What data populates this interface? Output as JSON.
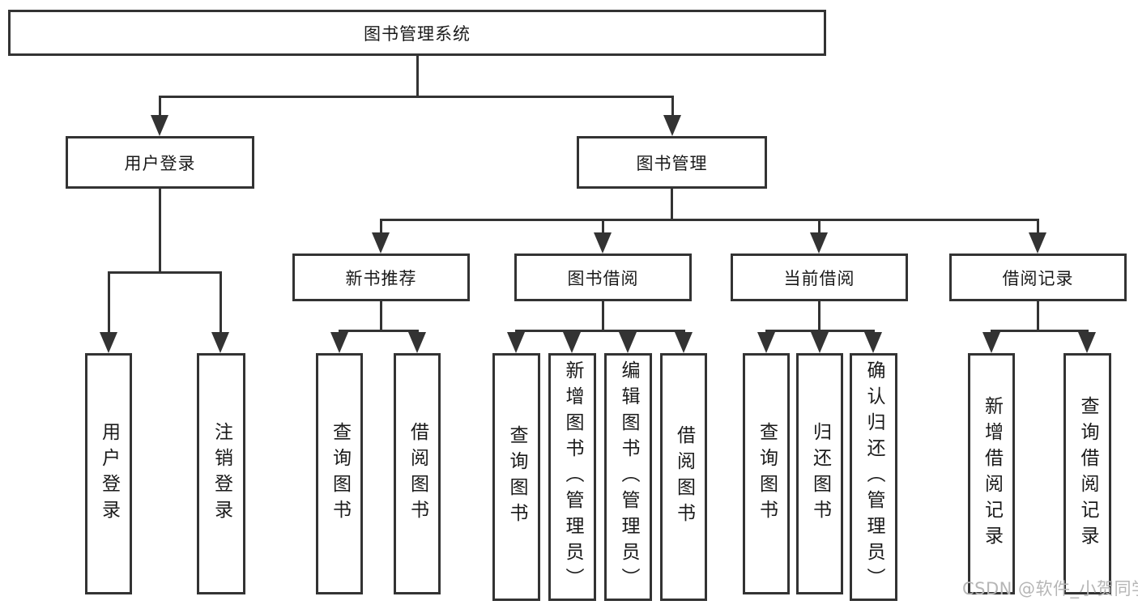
{
  "colors": {
    "line": "#333333",
    "text": "#1a1a1a",
    "watermark": "#b6b6b6",
    "background": "#ffffff"
  },
  "watermark": {
    "text": "CSDN @软件_小贺同学"
  },
  "tree": {
    "label": "图书管理系统",
    "children": [
      {
        "label": "用户登录",
        "children": [
          {
            "label": "用户登录"
          },
          {
            "label": "注销登录"
          }
        ]
      },
      {
        "label": "图书管理",
        "children": [
          {
            "label": "新书推荐",
            "children": [
              {
                "label": "查询图书"
              },
              {
                "label": "借阅图书"
              }
            ]
          },
          {
            "label": "图书借阅",
            "children": [
              {
                "label": "查询图书"
              },
              {
                "label": "新增图书（管理员）"
              },
              {
                "label": "编辑图书（管理员）"
              },
              {
                "label": "借阅图书"
              }
            ]
          },
          {
            "label": "当前借阅",
            "children": [
              {
                "label": "查询图书"
              },
              {
                "label": "归还图书"
              },
              {
                "label": "确认归还（管理员）"
              }
            ]
          },
          {
            "label": "借阅记录",
            "children": [
              {
                "label": "新增借阅记录"
              },
              {
                "label": "查询借阅记录"
              }
            ]
          }
        ]
      }
    ]
  }
}
